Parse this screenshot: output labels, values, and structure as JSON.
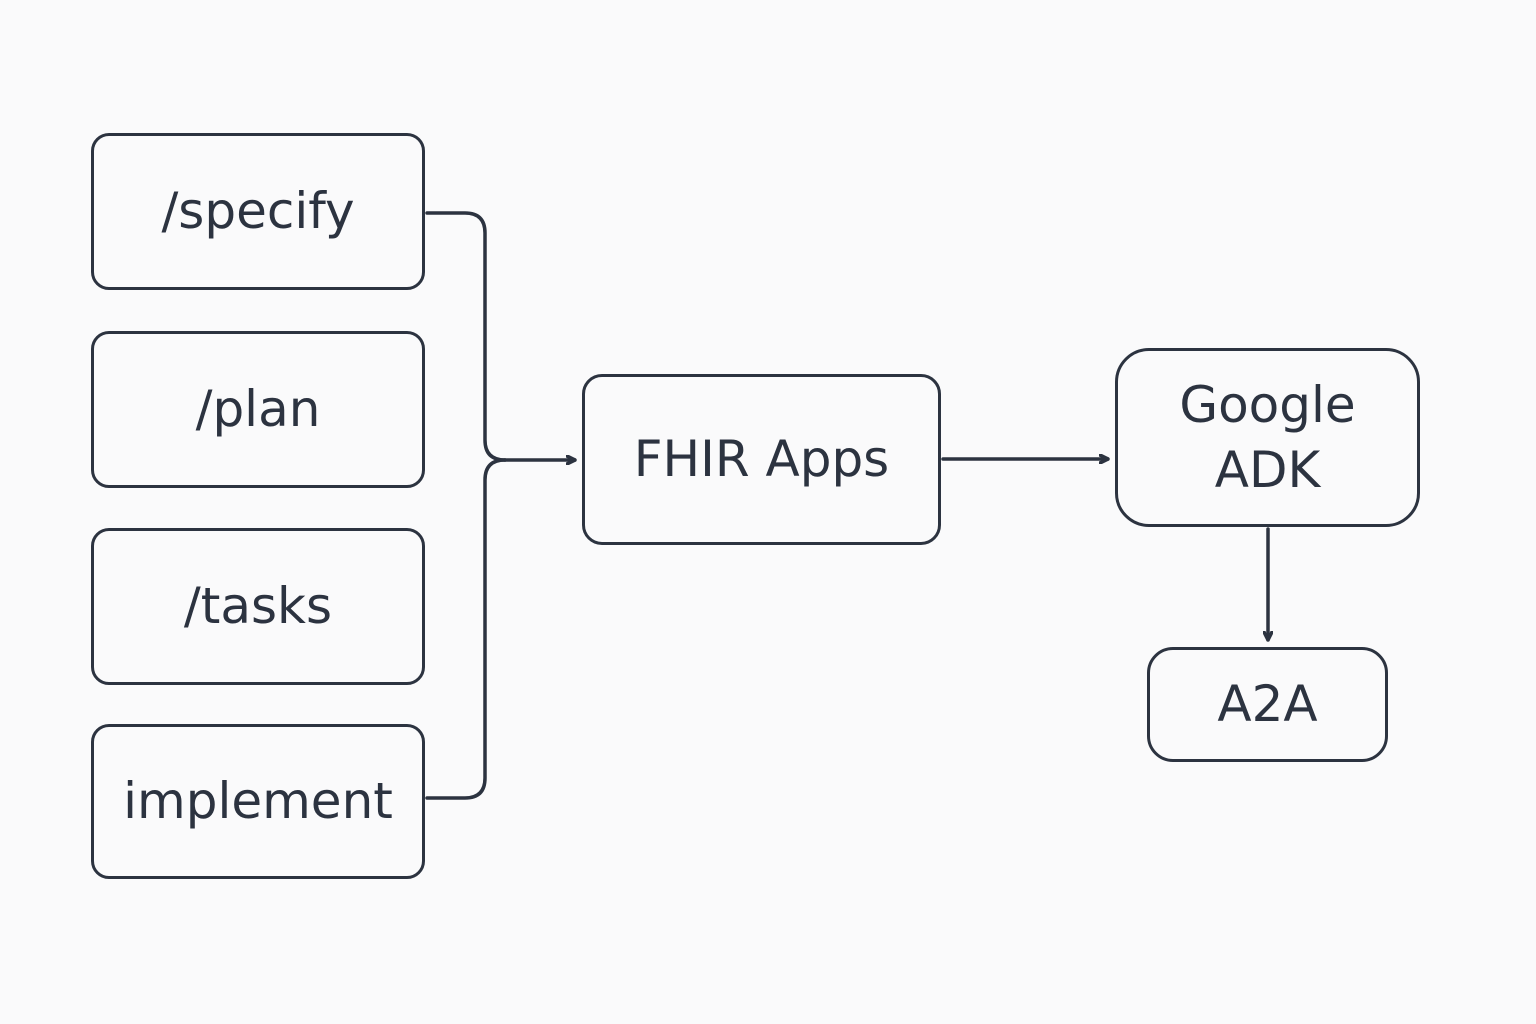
{
  "diagram": {
    "colors": {
      "background": "#fafafb",
      "stroke": "#2c3340",
      "text": "#2c3340"
    },
    "nodes": {
      "specify": {
        "label": "/specify"
      },
      "plan": {
        "label": "/plan"
      },
      "tasks": {
        "label": "/tasks"
      },
      "implement": {
        "label": "implement"
      },
      "fhir": {
        "label": "FHIR Apps"
      },
      "adk": {
        "label_line1": "Google",
        "label_line2": "ADK"
      },
      "a2a": {
        "label": "A2A"
      }
    },
    "edges": [
      {
        "from": "specify",
        "to": "fhir"
      },
      {
        "from": "implement",
        "to": "fhir"
      },
      {
        "from": "fhir",
        "to": "adk"
      },
      {
        "from": "adk",
        "to": "a2a"
      }
    ]
  }
}
